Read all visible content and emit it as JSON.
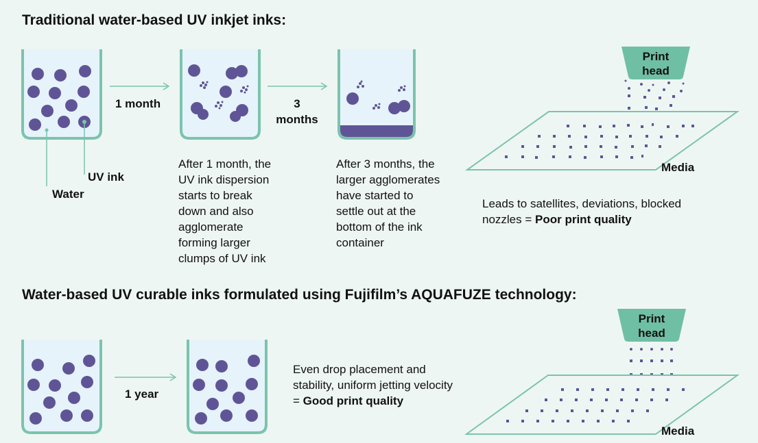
{
  "section1": {
    "title": "Traditional water-based UV inkjet inks:",
    "arrow1_label": "1 month",
    "arrow2_label_line1": "3",
    "arrow2_label_line2": "months",
    "legend_uv_ink": "UV ink",
    "legend_water": "Water",
    "desc_1month": [
      "After 1 month, the",
      "UV ink dispersion",
      "starts to break",
      "down and also",
      "agglomerate",
      "forming larger",
      "clumps of UV ink"
    ],
    "desc_3months": [
      "After 3 months, the",
      "larger agglomerates",
      "have started to",
      "settle out at the",
      "bottom of the ink",
      "container"
    ],
    "printhead_line1": "Print",
    "printhead_line2": "head",
    "media_label": "Media",
    "result_text": "Leads to satellites, deviations, blocked",
    "result_text2": "nozzles = ",
    "result_bold": "Poor print quality"
  },
  "section2": {
    "title": "Water-based UV curable inks formulated using Fujifilm’s AQUAFUZE technology:",
    "arrow_label": "1 year",
    "result_line1": "Even drop placement and",
    "result_line2": "stability, uniform jetting velocity",
    "result_prefix": "= ",
    "result_bold": "Good print quality",
    "printhead_line1": "Print",
    "printhead_line2": "head",
    "media_label": "Media"
  },
  "colors": {
    "background": "#eef6f3",
    "container_outline": "#7ac4ac",
    "container_fill": "#e6f3fb",
    "ink": "#5f5596",
    "sediment": "#5f5596",
    "printhead": "#6fbfa5"
  }
}
